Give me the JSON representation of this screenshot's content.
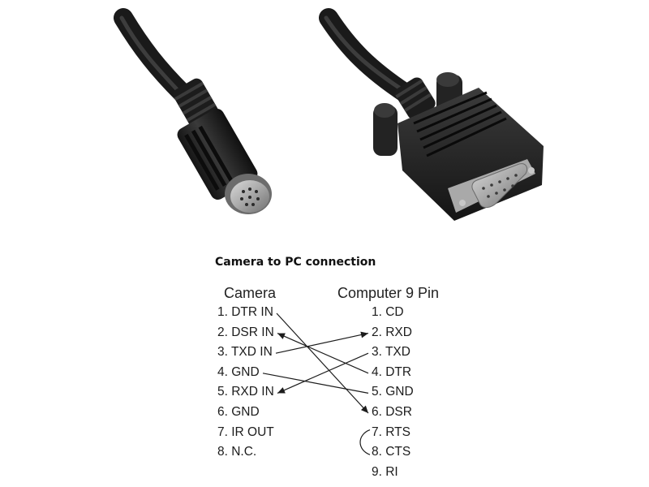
{
  "title": "Camera to PC connection",
  "camera": {
    "header": "Camera",
    "pins": [
      "1. DTR IN",
      "2. DSR IN",
      "3. TXD IN",
      "4. GND",
      "5. RXD IN",
      "6. GND",
      "7. IR OUT",
      "8. N.C."
    ]
  },
  "computer": {
    "header": "Computer 9 Pin",
    "pins": [
      "1. CD",
      "2. RXD",
      "3. TXD",
      "4. DTR",
      "5. GND",
      "6. DSR",
      "7. RTS",
      "8. CTS",
      "9. RI"
    ]
  },
  "connections": [
    {
      "from": "1. DTR IN",
      "to": "6. DSR",
      "arrow": "to"
    },
    {
      "from": "3. TXD IN",
      "to": "2. RXD",
      "arrow": "to"
    },
    {
      "from": "2. DSR IN",
      "to": "4. DTR",
      "arrow": "from"
    },
    {
      "from": "5. RXD IN",
      "to": "3. TXD",
      "arrow": "from"
    },
    {
      "from": "4. GND",
      "to": "5. GND",
      "arrow": "none"
    },
    {
      "from": "7. RTS",
      "to": "8. CTS",
      "arrow": "none",
      "style": "loop"
    }
  ],
  "colors": {
    "cable": "#1e1e1e",
    "text": "#1c1c1c",
    "background": "#ffffff"
  }
}
